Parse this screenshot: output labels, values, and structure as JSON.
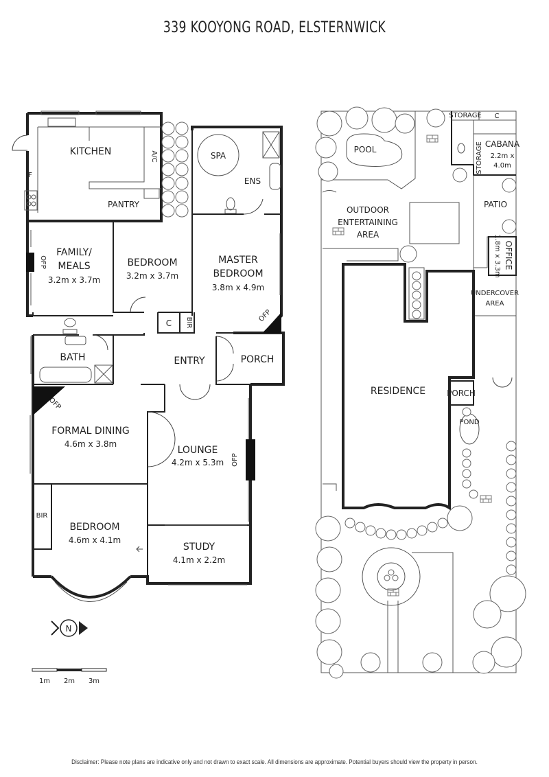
{
  "title": "339 KOOYONG ROAD, ELSTERNWICK",
  "floorplan": {
    "rooms": {
      "kitchen": "KITCHEN",
      "ac": "A/C",
      "fridge": "F",
      "pantry": "PANTRY",
      "spa": "SPA",
      "ens": "ENS",
      "family": "FAMILY/",
      "meals": "MEALS",
      "family_dims": "3.2m x 3.7m",
      "ofp": "OFP",
      "bedroom": "BEDROOM",
      "bedroom2_dims": "3.2m x 3.7m",
      "master1": "MASTER",
      "master2": "BEDROOM",
      "master_dims": "3.8m x 4.9m",
      "closet": "C",
      "bir": "BIR",
      "bath": "BATH",
      "entry": "ENTRY",
      "porch": "PORCH",
      "formal_dining": "FORMAL DINING",
      "formal_dining_dims": "4.6m x 3.8m",
      "lounge": "LOUNGE",
      "lounge_dims": "4.2m x 5.3m",
      "bedroom3_dims": "4.6m x 4.1m",
      "study": "STUDY",
      "study_dims": "4.1m x 2.2m"
    },
    "north": "N",
    "scale": [
      "1m",
      "2m",
      "3m"
    ]
  },
  "siteplan": {
    "pool": "POOL",
    "storage": "STORAGE",
    "c": "C",
    "cabana": "CABANA",
    "cabana_dims1": "2.2m x",
    "cabana_dims2": "4.0m",
    "outdoor1": "OUTDOOR",
    "outdoor2": "ENTERTAINING",
    "outdoor3": "AREA",
    "patio": "PATIO",
    "office": "OFFICE",
    "office_dims": "1.8m x 3.3m",
    "undercover1": "UNDERCOVER",
    "undercover2": "AREA",
    "residence": "RESIDENCE",
    "porch": "PORCH",
    "pond": "POND"
  },
  "disclaimer": "Disclaimer: Please note plans are indicative only and not drawn to exact scale. All dimensions are approximate. Potential buyers should view the property in person."
}
